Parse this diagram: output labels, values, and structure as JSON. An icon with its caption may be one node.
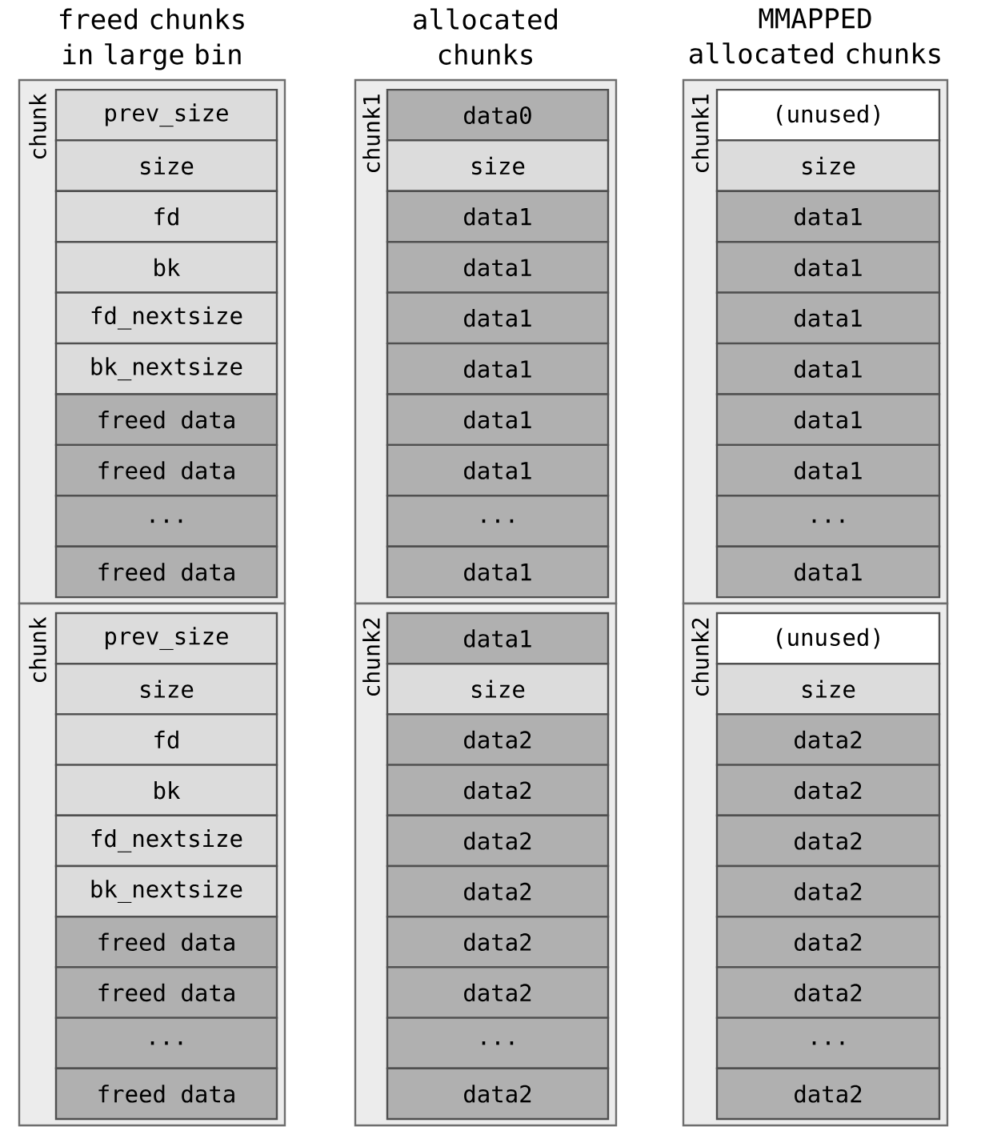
{
  "diagram": {
    "nodes": [
      {
        "text": [
          "chunk"
        ]
      },
      {
        "text": [
          "prev_size"
        ],
        "in": 0
      },
      {
        "text": [
          "size"
        ],
        "in": 0
      },
      {
        "text": [
          "fd"
        ],
        "in": 0
      },
      {
        "text": [
          "bk"
        ],
        "in": 0
      },
      {
        "text": [
          "fd_nextsize"
        ],
        "in": 0
      },
      {
        "text": [
          "bk_nextsize"
        ],
        "in": 0
      },
      {
        "text": [
          "freed data"
        ],
        "in": 0
      },
      {
        "text": [
          "freed data"
        ],
        "in": 0
      },
      {
        "text": [
          "..."
        ],
        "in": 0
      },
      {
        "text": [
          "freed data"
        ],
        "in": 0
      },
      {
        "text": [
          "chunk"
        ]
      },
      {
        "text": [
          "prev_size"
        ],
        "in": 11
      },
      {
        "text": [
          "size"
        ],
        "in": 11
      },
      {
        "text": [
          "fd"
        ],
        "in": 11
      },
      {
        "text": [
          "bk"
        ],
        "in": 11
      },
      {
        "text": [
          "fd_nextsize"
        ],
        "in": 11
      },
      {
        "text": [
          "bk_nextsize"
        ],
        "in": 11
      },
      {
        "text": [
          "freed data"
        ],
        "in": 11
      },
      {
        "text": [
          "freed data"
        ],
        "in": 11
      },
      {
        "text": [
          "..."
        ],
        "in": 11
      },
      {
        "text": [
          "freed data"
        ],
        "in": 11
      },
      {
        "text": [
          "chunk1"
        ]
      },
      {
        "text": [
          "data0"
        ],
        "in": 22
      },
      {
        "text": [
          "size"
        ],
        "in": 22
      },
      {
        "text": [
          "data1"
        ],
        "in": 22
      },
      {
        "text": [
          "data1"
        ],
        "in": 22
      },
      {
        "text": [
          "data1"
        ],
        "in": 22
      },
      {
        "text": [
          "data1"
        ],
        "in": 22
      },
      {
        "text": [
          "data1"
        ],
        "in": 22
      },
      {
        "text": [
          "data1"
        ],
        "in": 22
      },
      {
        "text": [
          "..."
        ],
        "in": 22
      },
      {
        "text": [
          "data1"
        ],
        "in": 22
      },
      {
        "text": [
          "chunk2"
        ]
      },
      {
        "text": [
          "data1"
        ],
        "in": 33
      },
      {
        "text": [
          "size"
        ],
        "in": 33
      },
      {
        "text": [
          "data2"
        ],
        "in": 33
      },
      {
        "text": [
          "data2"
        ],
        "in": 33
      },
      {
        "text": [
          "data2"
        ],
        "in": 33
      },
      {
        "text": [
          "data2"
        ],
        "in": 33
      },
      {
        "text": [
          "data2"
        ],
        "in": 33
      },
      {
        "text": [
          "data2"
        ],
        "in": 33
      },
      {
        "text": [
          "..."
        ],
        "in": 33
      },
      {
        "text": [
          "data2"
        ],
        "in": 33
      },
      {
        "text": [
          "chunk1"
        ]
      },
      {
        "text": [
          "(unused)"
        ],
        "in": 44
      },
      {
        "text": [
          "size"
        ],
        "in": 44
      },
      {
        "text": [
          "data1"
        ],
        "in": 44
      },
      {
        "text": [
          "data1"
        ],
        "in": 44
      },
      {
        "text": [
          "data1"
        ],
        "in": 44
      },
      {
        "text": [
          "data1"
        ],
        "in": 44
      },
      {
        "text": [
          "data1"
        ],
        "in": 44
      },
      {
        "text": [
          "data1"
        ],
        "in": 44
      },
      {
        "text": [
          "..."
        ],
        "in": 44
      },
      {
        "text": [
          "data1"
        ],
        "in": 44
      },
      {
        "text": [
          "chunk2"
        ]
      },
      {
        "text": [
          "(unused)"
        ],
        "in": 55
      },
      {
        "text": [
          "size"
        ],
        "in": 55
      },
      {
        "text": [
          "data2"
        ],
        "in": 55
      },
      {
        "text": [
          "data2"
        ],
        "in": 55
      },
      {
        "text": [
          "data2"
        ],
        "in": 55
      },
      {
        "text": [
          "data2"
        ],
        "in": 55
      },
      {
        "text": [
          "data2"
        ],
        "in": 55
      },
      {
        "text": [
          "data2"
        ],
        "in": 55
      },
      {
        "text": [
          "..."
        ],
        "in": 55
      },
      {
        "text": [
          "data2"
        ],
        "in": 55
      }
    ],
    "labels": [
      "freed chunks in large bin",
      "allocated chunks",
      "MMAPPED allocated chunks"
    ]
  }
}
